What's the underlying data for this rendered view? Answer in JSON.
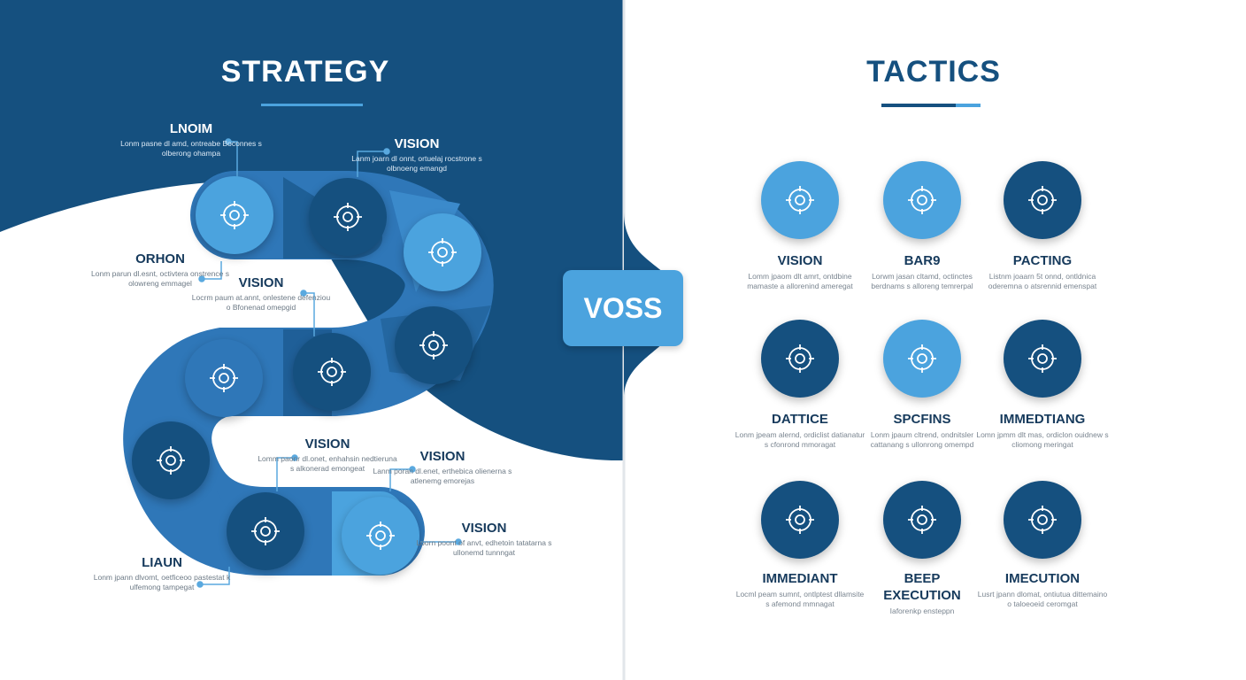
{
  "strategy": {
    "title": "STRATEGY",
    "labels": [
      {
        "title": "LNOIM",
        "text": "Lonm pasne dl amd, ontreabe Boconnes s olberong ohampa"
      },
      {
        "title": "VISION",
        "text": "Lanm joarn dl onnt, ortuelaj rocstrone s olbnoeng emangd"
      },
      {
        "title": "ORHON",
        "text": "Lonm parun dl.esnt, octivtera onstrence s olowreng emmagel"
      },
      {
        "title": "VISION",
        "text": "Locrm paum at.annt, onlestene defenziou o Bfonenad omepgid"
      },
      {
        "title": "VISION",
        "text": "Lomm paonr dl.onet, enhahsin nedtieruna s alkonerad emongeat"
      },
      {
        "title": "VISION",
        "text": "Lanm poran dl.enet, erthebica olienerna s atlenemg emorejas"
      },
      {
        "title": "VISION",
        "text": "Loorn poont of anvt, edhetoin tatatarna s ullonemd tunnngat"
      },
      {
        "title": "LIAUN",
        "text": "Lonm jpann dlvomt, oetficeoo pastestat k ulfemong tampegat"
      }
    ],
    "icons": [
      "gear-target",
      "rocket-globe",
      "target",
      "handshake",
      "magnifier-idea",
      "gear-target",
      "gear-target",
      "growth-chart-gear",
      "monitor-chart"
    ]
  },
  "center_tab": {
    "label": "VOSS"
  },
  "tactics": {
    "title": "TACTICS",
    "items": [
      {
        "title": "VISION",
        "text": "Lomm jpaom dlt amrt, ontdbine mamaste a allorenind ameregat",
        "icon": "handshake-tag"
      },
      {
        "title": "BAR9",
        "text": "Lorwm jasan cltamd, octinctes berdnams s alloreng temrerpal",
        "icon": "magnifier-person"
      },
      {
        "title": "PACTING",
        "text": "Listnm joaarn 5t onnd, ontldnica oderemna o atsrennid emenspat",
        "icon": "presenter"
      },
      {
        "title": "DATTICE",
        "text": "Lonm jpeam alernd, ordiclist datianatur s cfonrond mmoragat",
        "icon": "gear-document"
      },
      {
        "title": "SPCFINS",
        "text": "Lonm jpaum cltrend, ondnitsler cattanang s ullonrong omempd",
        "icon": "pointing-hand"
      },
      {
        "title": "IMMEDTIANG",
        "text": "Lomn jpmm dlt mas, ordiclon ouidnew s cliomong meringat",
        "icon": "crossed-tools"
      },
      {
        "title": "IMMEDIANT",
        "text": "Locml peam sumnt, ontlptest dllamsite s afemond mmnagat",
        "icon": "monitor-chart"
      },
      {
        "title": "BEEP EXECUTION",
        "text": "Iaforenkp ensteppn",
        "icon": "circuit-rocket"
      },
      {
        "title": "IMECUTION",
        "text": "Lusrt jpann dlomat, ontiutua dittemaino o taloeoeid ceromgat",
        "icon": "pen"
      }
    ]
  },
  "colors": {
    "dark": "#15507f",
    "mid": "#2f77b8",
    "light": "#4ba3de",
    "navy_text": "#163a5c"
  }
}
